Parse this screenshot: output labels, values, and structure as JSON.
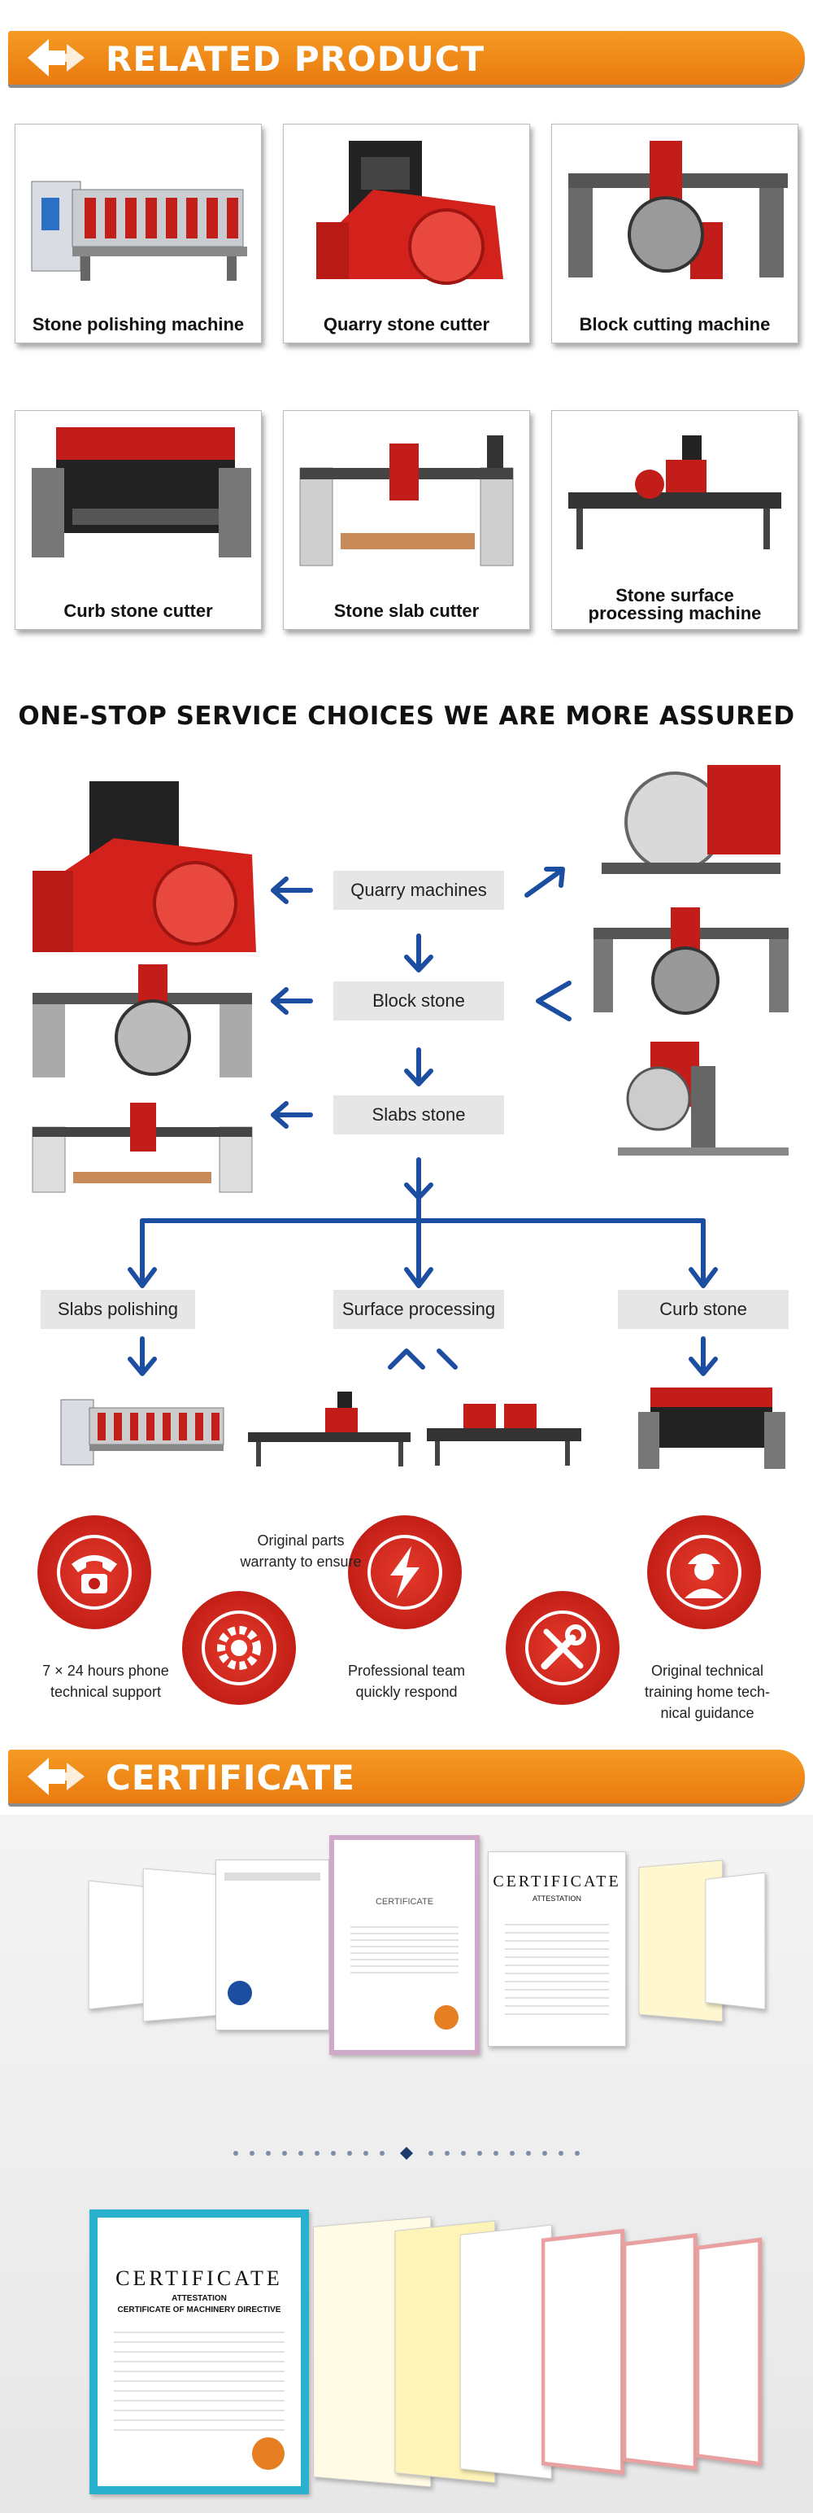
{
  "sections": {
    "related": {
      "title": "RELATED PRODUCT"
    },
    "certificate": {
      "title": "CERTIFICATE"
    }
  },
  "products": [
    {
      "label": "Stone polishing machine"
    },
    {
      "label": "Quarry stone cutter"
    },
    {
      "label": "Block cutting machine"
    },
    {
      "label": "Curb stone cutter"
    },
    {
      "label": "Stone slab cutter"
    },
    {
      "label_line1": "Stone surface",
      "label_line2": "processing machine"
    }
  ],
  "flow": {
    "title": "ONE-STOP SERVICE CHOICES WE ARE MORE ASSURED",
    "quarry": "Quarry machines",
    "block": "Block stone",
    "slabs": "Slabs stone",
    "polishing": "Slabs polishing",
    "surface": "Surface processing",
    "curb": "Curb stone"
  },
  "services": {
    "phone": {
      "line1": "7 × 24 hours phone",
      "line2": "technical support"
    },
    "parts": {
      "line1": "Original parts",
      "line2": "warranty to ensure"
    },
    "team": {
      "line1": "Professional team",
      "line2": "quickly respond"
    },
    "training": {
      "line1": "Original technical",
      "line2": "training home tech-",
      "line3": "nical guidance"
    }
  },
  "certificates": {
    "main": {
      "title": "CERTIFICATE",
      "subtitle": "ATTESTATION",
      "subtitle2": "CERTIFICATE OF MACHINERY DIRECTIVE"
    },
    "center": {
      "title": "CERTIFICATE",
      "subtitle": "ATTESTATION"
    }
  },
  "colors": {
    "orange": "#f08a1c",
    "red": "#d3221b",
    "blue": "#1b4da1"
  }
}
